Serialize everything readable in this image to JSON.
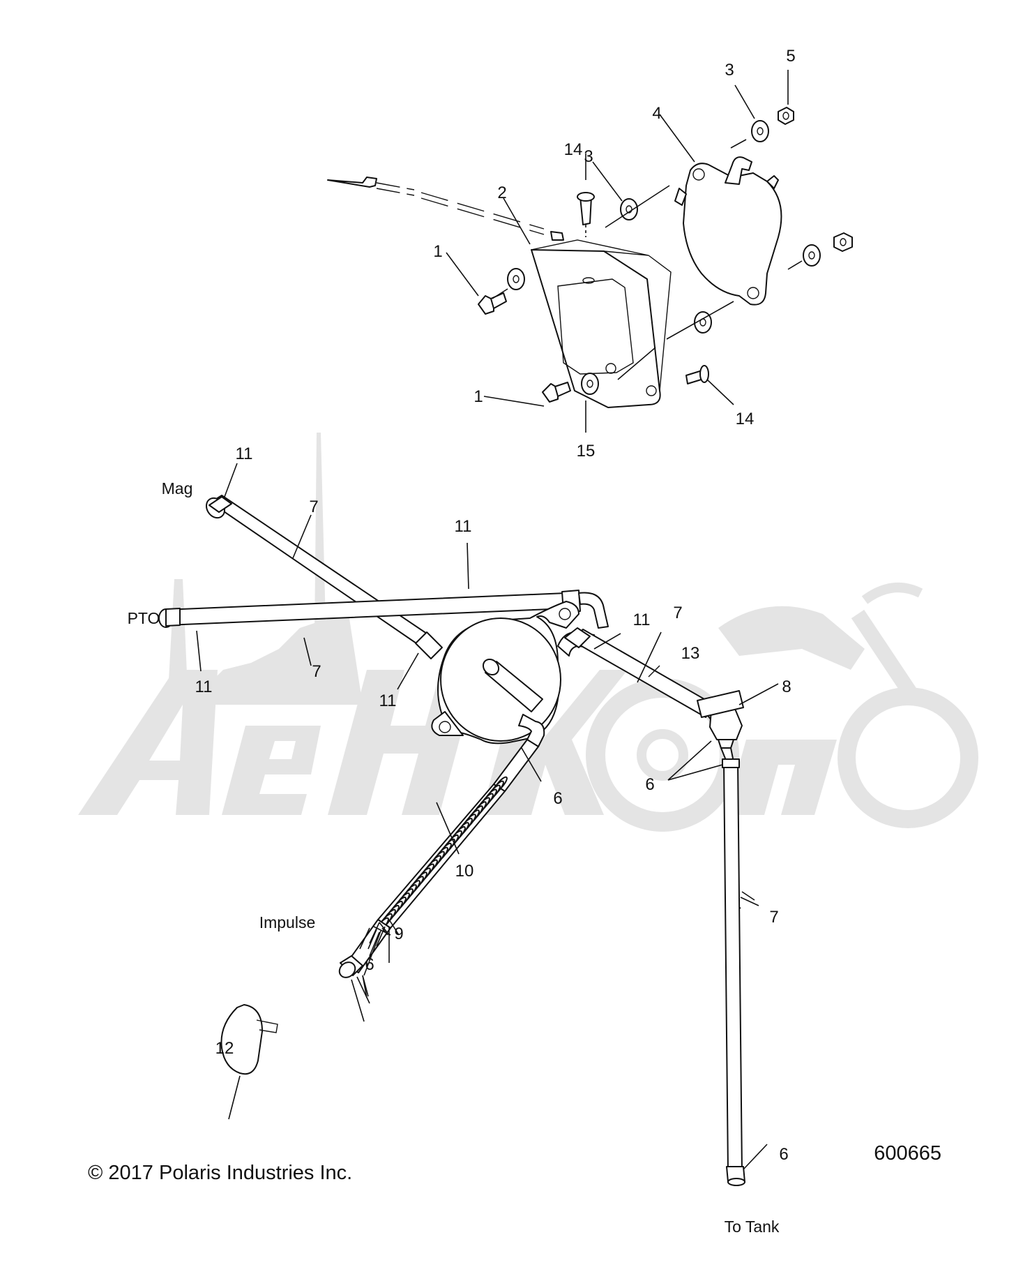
{
  "diagram": {
    "part_numbers": [
      {
        "id": "p5",
        "text": "5"
      },
      {
        "id": "p3a",
        "text": "3"
      },
      {
        "id": "p4",
        "text": "4"
      },
      {
        "id": "p14a",
        "text": "14"
      },
      {
        "id": "p3b",
        "text": "3"
      },
      {
        "id": "p2",
        "text": "2"
      },
      {
        "id": "p1a",
        "text": "1"
      },
      {
        "id": "p1b",
        "text": "1"
      },
      {
        "id": "p15",
        "text": "15"
      },
      {
        "id": "p14b",
        "text": "14"
      },
      {
        "id": "p11a",
        "text": "11"
      },
      {
        "id": "p7a",
        "text": "7"
      },
      {
        "id": "p11b",
        "text": "11"
      },
      {
        "id": "p11c",
        "text": "11"
      },
      {
        "id": "p7b",
        "text": "7"
      },
      {
        "id": "p13",
        "text": "13"
      },
      {
        "id": "p7c",
        "text": "7"
      },
      {
        "id": "p11d",
        "text": "11"
      },
      {
        "id": "p11e",
        "text": "11"
      },
      {
        "id": "p8",
        "text": "8"
      },
      {
        "id": "p6a",
        "text": "6"
      },
      {
        "id": "p6b",
        "text": "6"
      },
      {
        "id": "p10",
        "text": "10"
      },
      {
        "id": "p9",
        "text": "9"
      },
      {
        "id": "p6c",
        "text": "6"
      },
      {
        "id": "p7d",
        "text": "7"
      },
      {
        "id": "p12",
        "text": "12"
      },
      {
        "id": "p6d",
        "text": "6"
      }
    ],
    "callouts": {
      "mag": "Mag",
      "pto": "PTO",
      "impulse": "Impulse",
      "to_tank": "To Tank"
    },
    "copyright": "© 2017 Polaris Industries Inc.",
    "diagram_number": "600665"
  }
}
